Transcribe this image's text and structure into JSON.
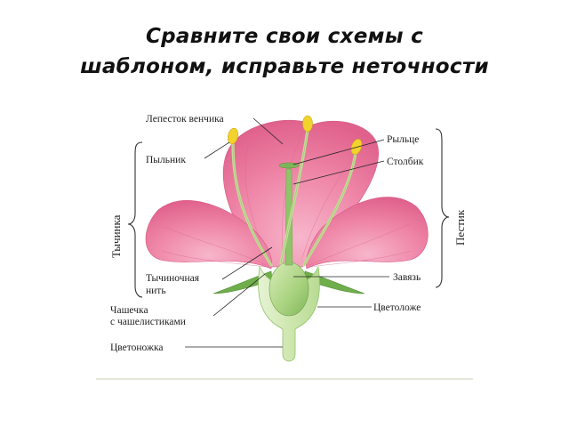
{
  "title": {
    "line1": "Сравните свои схемы с",
    "line2": "шаблоном, исправьте неточности"
  },
  "labels": {
    "petal": "Лепесток венчика",
    "stigma": "Рыльце",
    "anther": "Пыльник",
    "style": "Столбик",
    "filament_line1": "Тычиночная",
    "filament_line2": "нить",
    "ovary": "Завязь",
    "calyx_line1": "Чашечка",
    "calyx_line2": "с чашелистиками",
    "receptacle": "Цветоложе",
    "pedicel": "Цветоножка",
    "stamen_group": "Тычинка",
    "pistil_group": "Пестик"
  },
  "colors": {
    "petal": "#ef86a8",
    "petal_dark": "#e0628c",
    "green": "#8fc46a",
    "green_light": "#cfe7b0",
    "anther": "#f2d22c"
  }
}
